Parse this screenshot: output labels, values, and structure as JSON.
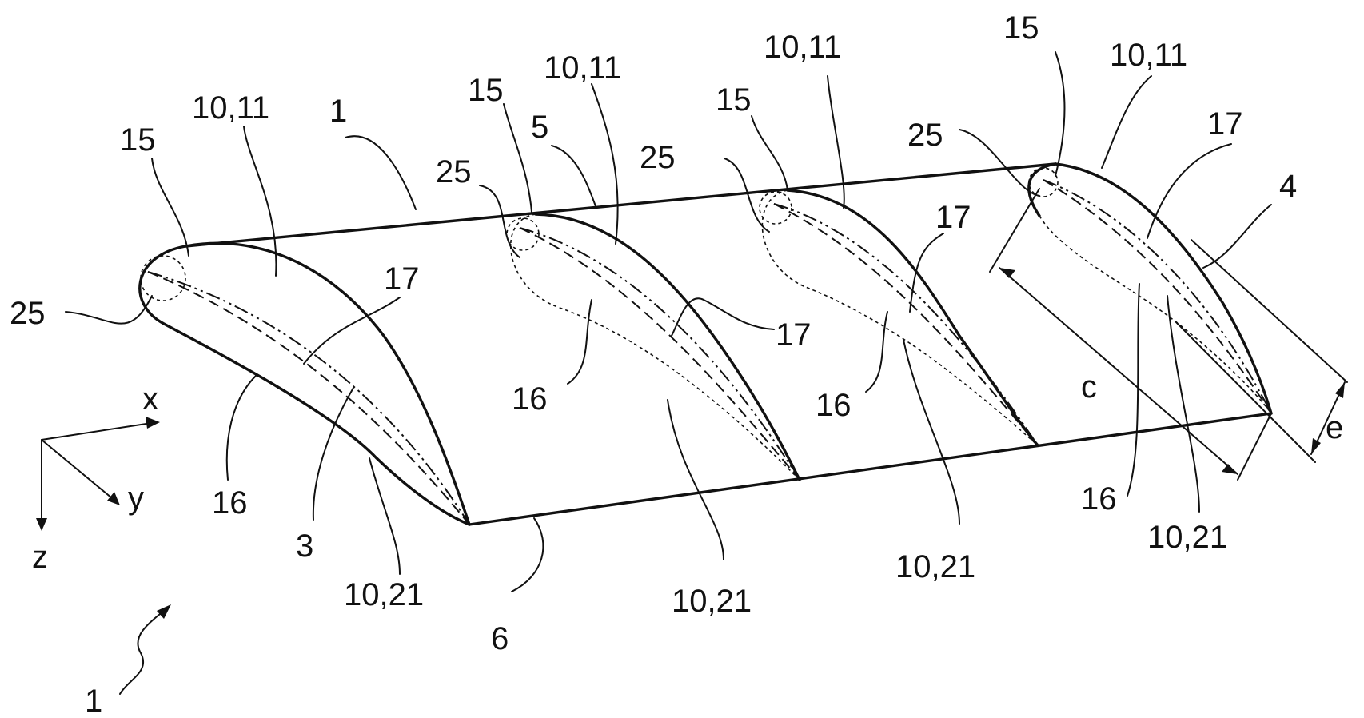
{
  "figure": {
    "axes": {
      "x": "x",
      "y": "y",
      "z": "z"
    },
    "labels": [
      {
        "id": "ref-1-top",
        "text": "1"
      },
      {
        "id": "ref-1-bottom",
        "text": "1"
      },
      {
        "id": "ref-3",
        "text": "3"
      },
      {
        "id": "ref-4",
        "text": "4"
      },
      {
        "id": "ref-5",
        "text": "5"
      },
      {
        "id": "ref-6",
        "text": "6"
      },
      {
        "id": "ref-c",
        "text": "c"
      },
      {
        "id": "ref-e",
        "text": "e"
      },
      {
        "id": "p1-15",
        "text": "15"
      },
      {
        "id": "p1-10-11",
        "text": "10,11"
      },
      {
        "id": "p1-25",
        "text": "25"
      },
      {
        "id": "p1-17",
        "text": "17"
      },
      {
        "id": "p1-16",
        "text": "16"
      },
      {
        "id": "p1-10-21",
        "text": "10,21"
      },
      {
        "id": "p2-15",
        "text": "15"
      },
      {
        "id": "p2-10-11",
        "text": "10,11"
      },
      {
        "id": "p2-25",
        "text": "25"
      },
      {
        "id": "p2-17",
        "text": "17"
      },
      {
        "id": "p2-16",
        "text": "16"
      },
      {
        "id": "p2-10-21",
        "text": "10,21"
      },
      {
        "id": "p3-15",
        "text": "15"
      },
      {
        "id": "p3-10-11",
        "text": "10,11"
      },
      {
        "id": "p3-25",
        "text": "25"
      },
      {
        "id": "p3-17",
        "text": "17"
      },
      {
        "id": "p3-16",
        "text": "16"
      },
      {
        "id": "p3-10-21",
        "text": "10,21"
      },
      {
        "id": "p4-15",
        "text": "15"
      },
      {
        "id": "p4-10-11",
        "text": "10,11"
      },
      {
        "id": "p4-25",
        "text": "25"
      },
      {
        "id": "p4-17",
        "text": "17"
      },
      {
        "id": "p4-16",
        "text": "16"
      },
      {
        "id": "p4-10-21",
        "text": "10,21"
      }
    ]
  }
}
